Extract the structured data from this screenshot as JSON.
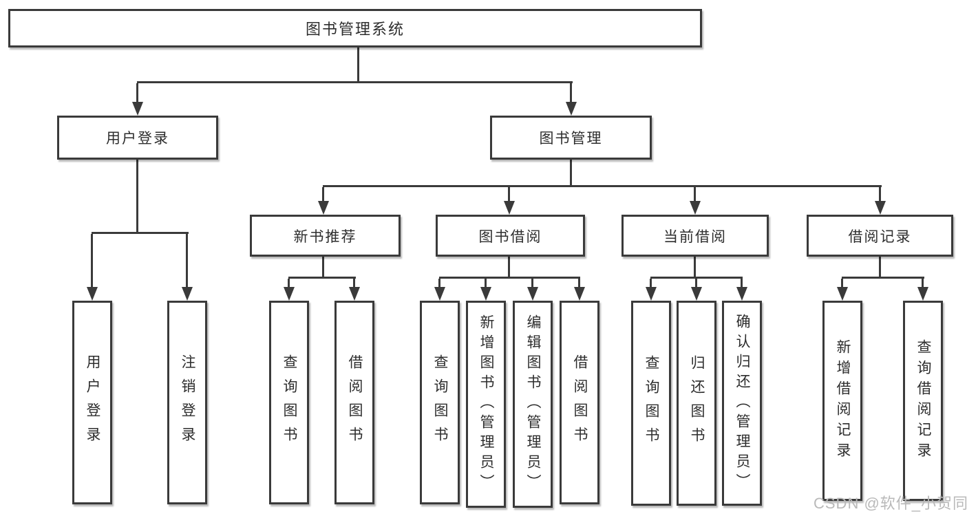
{
  "nodes": {
    "root": "图书管理系统",
    "level2": [
      "用户登录",
      "图书管理"
    ],
    "level3": [
      "新书推荐",
      "图书借阅",
      "当前借阅",
      "借阅记录"
    ],
    "leaves": {
      "login": [
        "用户登录",
        "注销登录"
      ],
      "recommend": [
        "查询图书",
        "借阅图书"
      ],
      "borrow": [
        "查询图书",
        "新增图书（管理员）",
        "编辑图书（管理员）",
        "借阅图书"
      ],
      "current": [
        "查询图书",
        "归还图书",
        "确认归还（管理员）"
      ],
      "records": [
        "新增借阅记录",
        "查询借阅记录"
      ]
    }
  },
  "watermark": "CSDN @软件_小贺同学",
  "colors": {
    "line": "#3a3a3a",
    "text": "#2d2d2d",
    "background": "#ffffff",
    "watermark": "#b9b9b9"
  }
}
